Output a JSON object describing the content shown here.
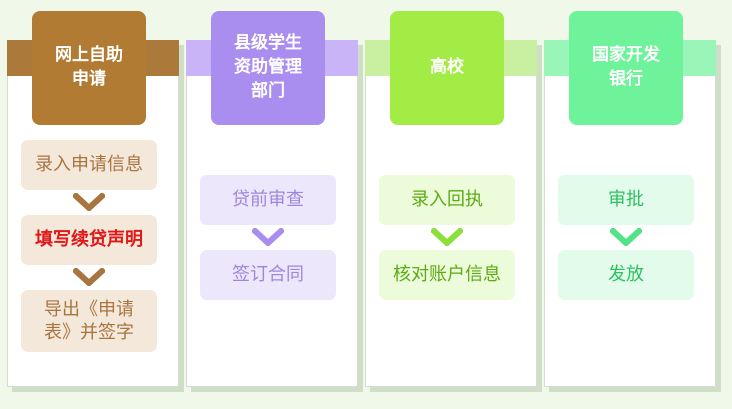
{
  "columns": [
    {
      "title": "网上自助申请",
      "colors": {
        "header": "#b17b34",
        "band": "#ab7a3a",
        "step_bg": "#f4e8da",
        "step_text": "#a87540",
        "chevron": "#a87540"
      },
      "steps": [
        {
          "label": "录入申请信息",
          "color": "#a87540"
        },
        {
          "label": "填写续贷声明",
          "color": "#e01818"
        },
        {
          "label": "导出《申请表》并签字",
          "color": "#a87540"
        }
      ]
    },
    {
      "title": "县级学生资助管理部门",
      "colors": {
        "header": "#a98ef0",
        "band": "#c9b4f8",
        "step_bg": "#ede7fb",
        "step_text": "#9f85de",
        "chevron": "#a98ef0"
      },
      "steps": [
        {
          "label": "贷前审查",
          "color": "#9f85de"
        },
        {
          "label": "签订合同",
          "color": "#9f85de"
        }
      ]
    },
    {
      "title": "高校",
      "colors": {
        "header": "#a3ec46",
        "band": "#c9f0a0",
        "step_bg": "#ecfbd9",
        "step_text": "#5caa14",
        "chevron": "#8be03c"
      },
      "steps": [
        {
          "label": "录入回执",
          "color": "#5caa14"
        },
        {
          "label": "核对账户信息",
          "color": "#5caa14"
        }
      ]
    },
    {
      "title": "国家开发银行",
      "colors": {
        "header": "#6ef29a",
        "band": "#9af5b8",
        "step_bg": "#e2fbea",
        "step_text": "#2fc063",
        "chevron": "#52e386"
      },
      "steps": [
        {
          "label": "审批",
          "color": "#2fc063"
        },
        {
          "label": "发放",
          "color": "#2fc063"
        }
      ]
    }
  ]
}
